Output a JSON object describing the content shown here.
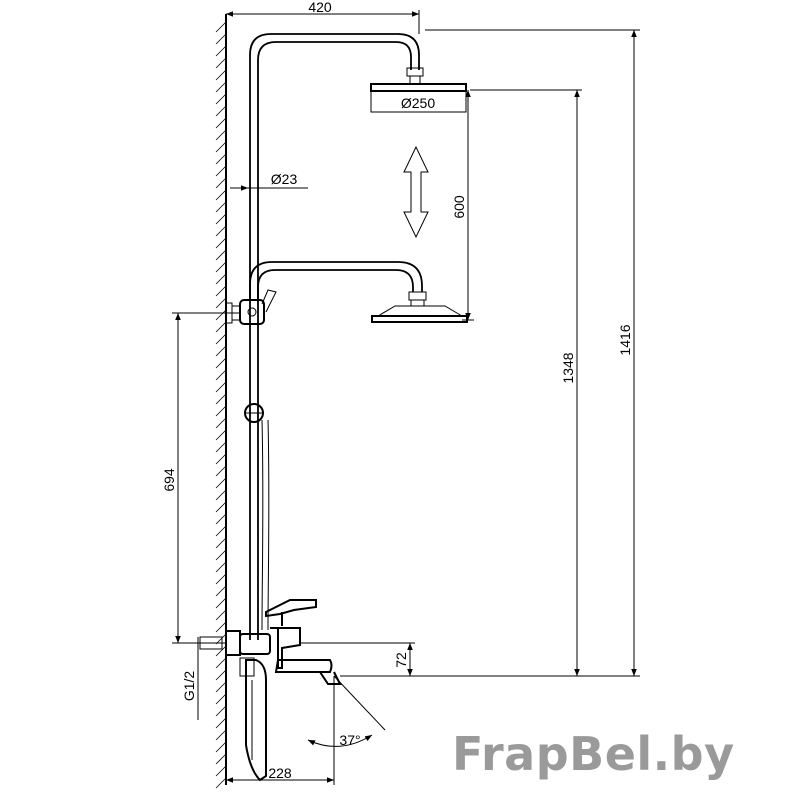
{
  "dimensions": {
    "top_width": "420",
    "head_diameter": "Ø250",
    "pipe_diameter": "Ø23",
    "travel": "600",
    "total_height": "1416",
    "head_height": "1348",
    "bracket_spacing": "694",
    "spout_height": "72",
    "thread": "G1/2",
    "spout_angle": "37°",
    "spout_reach": "228"
  },
  "watermark": "FrapBel.by",
  "colors": {
    "line": "#000000",
    "watermark": "#9a9a9a"
  }
}
